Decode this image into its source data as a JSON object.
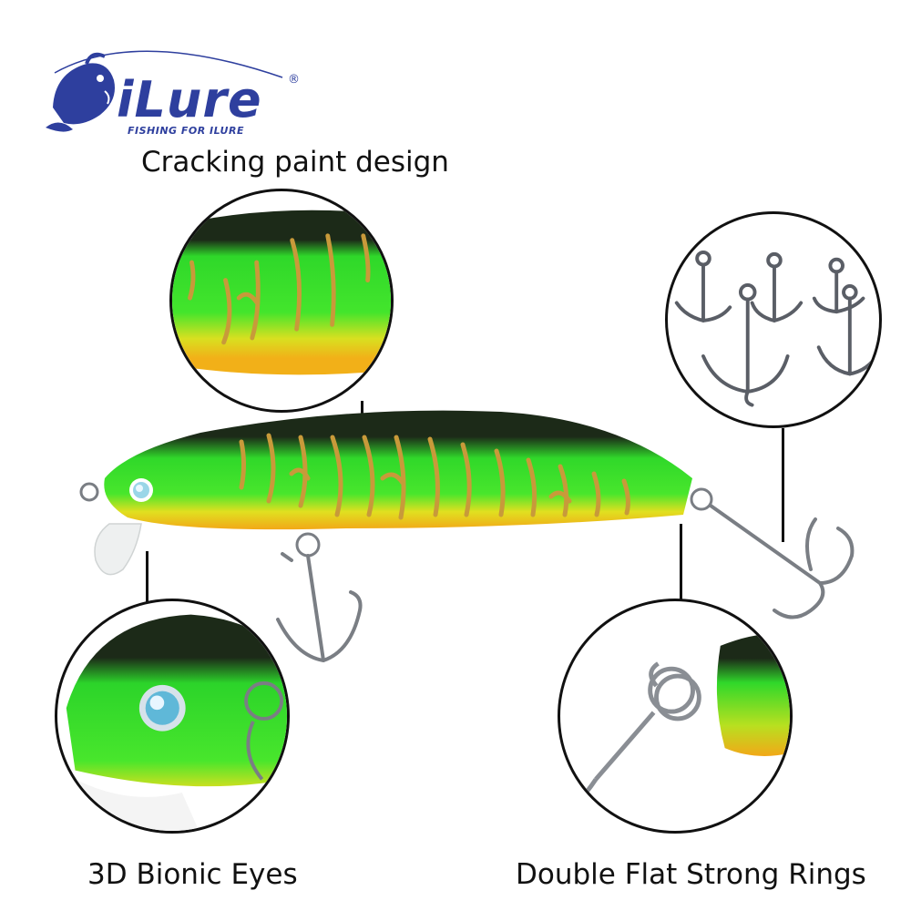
{
  "brand": {
    "logo_text": "iLure",
    "registered_mark": "®",
    "tagline": "FISHING FOR ILURE",
    "color": "#2e3f9e"
  },
  "callouts": {
    "top": "Cracking paint design",
    "bottom_left": "3D Bionic Eyes",
    "bottom_right": "Double Flat Strong Rings"
  },
  "colors": {
    "lure_green": "#35e02a",
    "lure_dark": "#1c2a18",
    "lure_belly": "#f2c018",
    "stripe_gold": "#c89a3a"
  }
}
